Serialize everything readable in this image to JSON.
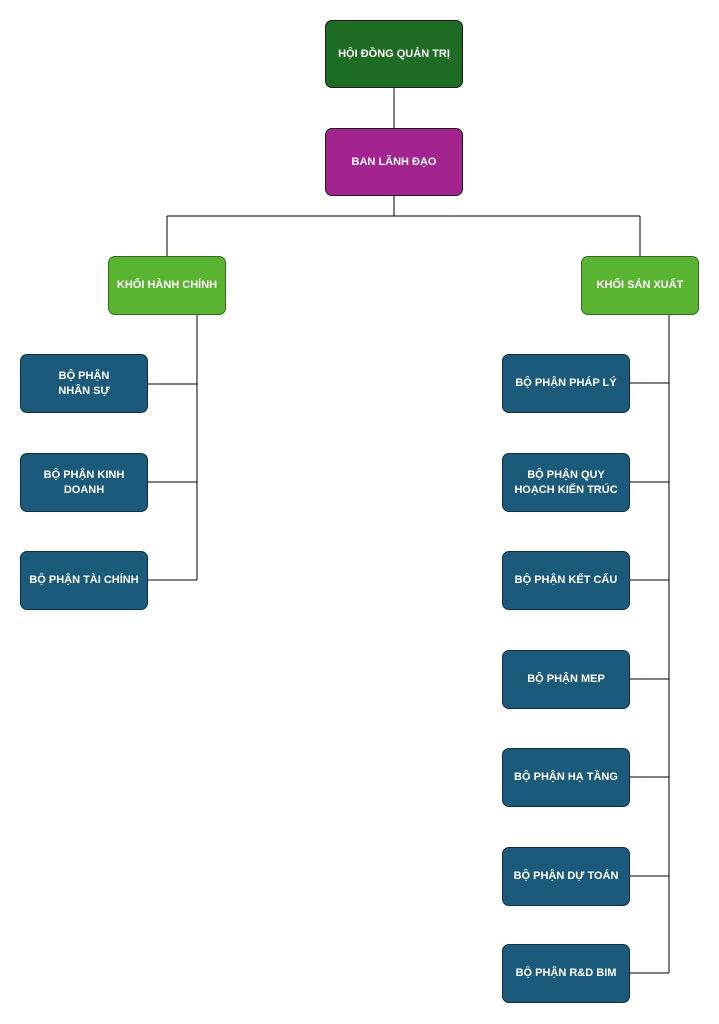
{
  "colors": {
    "board": "#1e6b23",
    "leadership": "#a3248f",
    "division": "#5bb332",
    "department": "#1b5a7a",
    "connector": "#000000"
  },
  "board": {
    "label": "HỘI ĐỒNG QUẢN TRỊ"
  },
  "leadership": {
    "label": "BAN LÃNH ĐẠO"
  },
  "admin_division": {
    "label": "KHỐI HÀNH CHÍNH",
    "departments": [
      {
        "label": "BỘ PHẬN\nNHÂN SỰ"
      },
      {
        "label": "BỘ PHẬN KINH\nDOANH"
      },
      {
        "label": "BỘ PHẬN TÀI CHÍNH"
      }
    ]
  },
  "production_division": {
    "label": "KHỐI SẢN XUẤT",
    "departments": [
      {
        "label": "BỘ PHẬN PHÁP LÝ"
      },
      {
        "label": "BỘ PHẬN QUY\nHOẠCH KIẾN TRÚC"
      },
      {
        "label": "BỘ PHẬN KẾT CẤU"
      },
      {
        "label": "BỘ PHẬN MEP"
      },
      {
        "label": "BỘ PHẬN HẠ TẦNG"
      },
      {
        "label": "BỘ PHẬN DỰ TOÁN"
      },
      {
        "label": "BỘ PHẬN R&D BIM"
      }
    ]
  }
}
